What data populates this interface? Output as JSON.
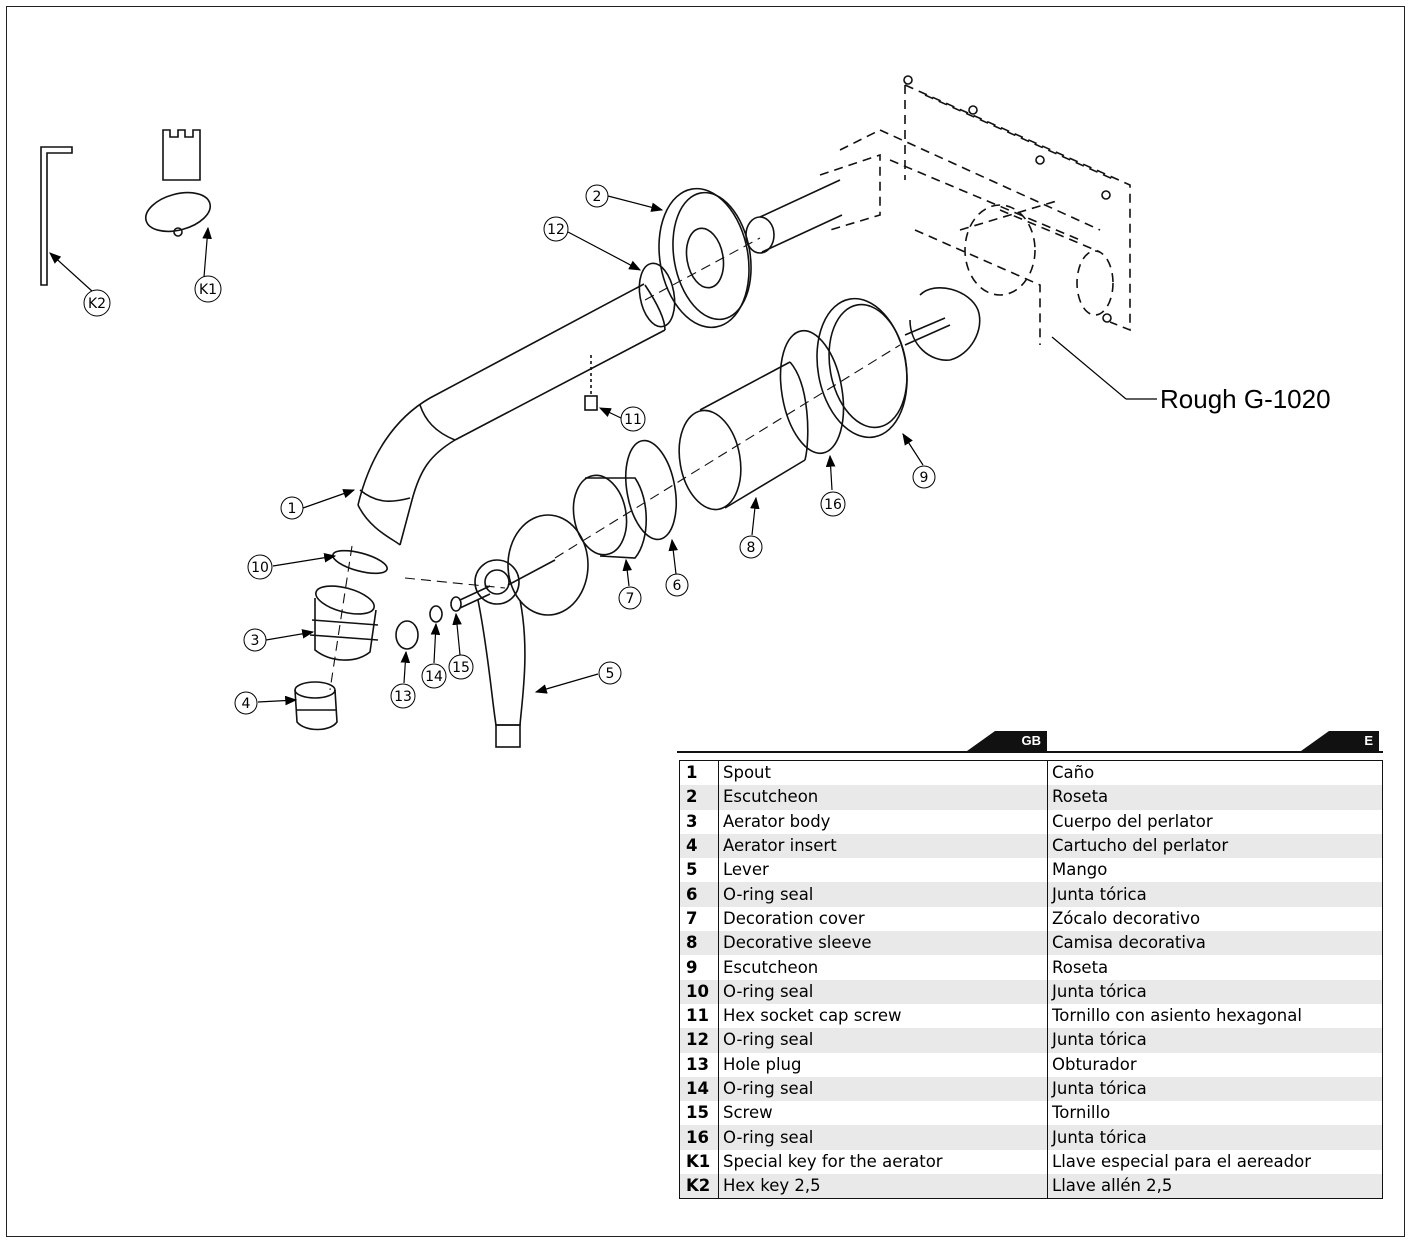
{
  "drawing": {
    "rough_label": "Rough G-1020",
    "callouts": [
      {
        "id": "c1",
        "label": "1"
      },
      {
        "id": "c2",
        "label": "2"
      },
      {
        "id": "c3",
        "label": "3"
      },
      {
        "id": "c4",
        "label": "4"
      },
      {
        "id": "c5",
        "label": "5"
      },
      {
        "id": "c6",
        "label": "6"
      },
      {
        "id": "c7",
        "label": "7"
      },
      {
        "id": "c8",
        "label": "8"
      },
      {
        "id": "c9",
        "label": "9"
      },
      {
        "id": "c10",
        "label": "10"
      },
      {
        "id": "c11",
        "label": "11"
      },
      {
        "id": "c12",
        "label": "12"
      },
      {
        "id": "c13",
        "label": "13"
      },
      {
        "id": "c14",
        "label": "14"
      },
      {
        "id": "c15",
        "label": "15"
      },
      {
        "id": "c16",
        "label": "16"
      },
      {
        "id": "cK1",
        "label": "K1"
      },
      {
        "id": "cK2",
        "label": "K2"
      }
    ]
  },
  "parts_list": {
    "lang_en": "GB",
    "lang_es": "E",
    "rows": [
      {
        "num": "1",
        "en": "Spout",
        "es": "Caño"
      },
      {
        "num": "2",
        "en": "Escutcheon",
        "es": "Roseta"
      },
      {
        "num": "3",
        "en": "Aerator body",
        "es": "Cuerpo del perlator"
      },
      {
        "num": "4",
        "en": "Aerator insert",
        "es": "Cartucho del perlator"
      },
      {
        "num": "5",
        "en": "Lever",
        "es": "Mango"
      },
      {
        "num": "6",
        "en": "O-ring seal",
        "es": "Junta tórica"
      },
      {
        "num": "7",
        "en": "Decoration cover",
        "es": "Zócalo decorativo"
      },
      {
        "num": "8",
        "en": "Decorative sleeve",
        "es": "Camisa decorativa"
      },
      {
        "num": "9",
        "en": "Escutcheon",
        "es": "Roseta"
      },
      {
        "num": "10",
        "en": "O-ring seal",
        "es": "Junta tórica"
      },
      {
        "num": "11",
        "en": "Hex socket cap screw",
        "es": "Tornillo con asiento hexagonal"
      },
      {
        "num": "12",
        "en": "O-ring seal",
        "es": "Junta tórica"
      },
      {
        "num": "13",
        "en": "Hole plug",
        "es": "Obturador"
      },
      {
        "num": "14",
        "en": "O-ring seal",
        "es": "Junta tórica"
      },
      {
        "num": "15",
        "en": "Screw",
        "es": "Tornillo"
      },
      {
        "num": "16",
        "en": "O-ring seal",
        "es": "Junta tórica"
      },
      {
        "num": "K1",
        "en": "Special key for the aerator",
        "es": "Llave especial para el aereador"
      },
      {
        "num": "K2",
        "en": "Hex key 2,5",
        "es": "Llave allén 2,5"
      }
    ]
  }
}
